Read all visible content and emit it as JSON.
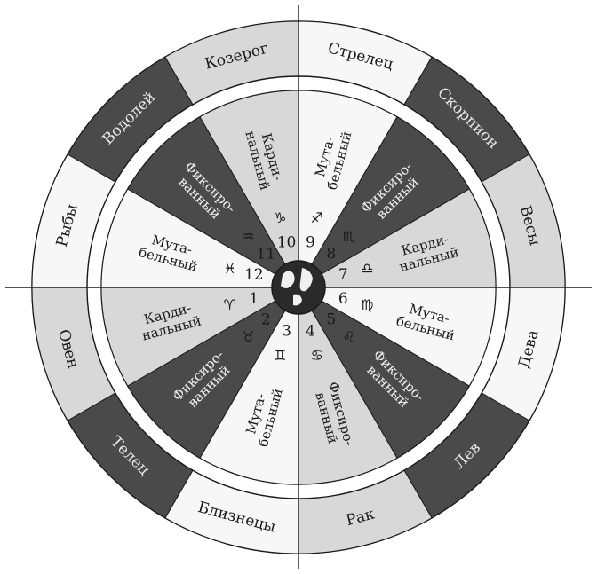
{
  "colors": {
    "dark": "#4a4a4a",
    "light": "#f7f7f7",
    "medium": "#d8d8d8",
    "line": "#1a1a1a"
  },
  "outer_signs": [
    {
      "name": "Стрелец",
      "shade": "light"
    },
    {
      "name": "Скорпион",
      "shade": "dark"
    },
    {
      "name": "Весы",
      "shade": "medium"
    },
    {
      "name": "Дева",
      "shade": "light"
    },
    {
      "name": "Лев",
      "shade": "dark"
    },
    {
      "name": "Рак",
      "shade": "medium"
    },
    {
      "name": "Близнецы",
      "shade": "light"
    },
    {
      "name": "Телец",
      "shade": "dark"
    },
    {
      "name": "Овен",
      "shade": "medium"
    },
    {
      "name": "Рыбы",
      "shade": "light"
    },
    {
      "name": "Водолей",
      "shade": "dark"
    },
    {
      "name": "Козерог",
      "shade": "medium"
    }
  ],
  "houses": [
    {
      "number": "9",
      "glyph": "♐",
      "quality": [
        "Мута-",
        "бельный"
      ],
      "shade": "light"
    },
    {
      "number": "8",
      "glyph": "♏",
      "quality": [
        "Фиксиро-",
        "ванный"
      ],
      "shade": "dark"
    },
    {
      "number": "7",
      "glyph": "♎",
      "quality": [
        "Карди-",
        "нальный"
      ],
      "shade": "medium"
    },
    {
      "number": "6",
      "glyph": "♍",
      "quality": [
        "Мута-",
        "бельный"
      ],
      "shade": "light"
    },
    {
      "number": "5",
      "glyph": "♌",
      "quality": [
        "Фиксиро-",
        "ванный"
      ],
      "shade": "dark"
    },
    {
      "number": "4",
      "glyph": "♋",
      "quality": [
        "Фиксиро-",
        "ванный"
      ],
      "shade": "medium"
    },
    {
      "number": "3",
      "glyph": "♊",
      "quality": [
        "Мута-",
        "бельный"
      ],
      "shade": "light"
    },
    {
      "number": "2",
      "glyph": "♉",
      "quality": [
        "Фиксиро-",
        "ванный"
      ],
      "shade": "dark"
    },
    {
      "number": "1",
      "glyph": "♈",
      "quality": [
        "Карди-",
        "нальный"
      ],
      "shade": "medium"
    },
    {
      "number": "12",
      "glyph": "♓",
      "quality": [
        "Мута-",
        "бельный"
      ],
      "shade": "light"
    },
    {
      "number": "11",
      "glyph": "♒",
      "quality": [
        "Фиксиро-",
        "ванный"
      ],
      "shade": "dark"
    },
    {
      "number": "10",
      "glyph": "♑",
      "quality": [
        "Карди-",
        "нальный"
      ],
      "shade": "medium"
    }
  ]
}
